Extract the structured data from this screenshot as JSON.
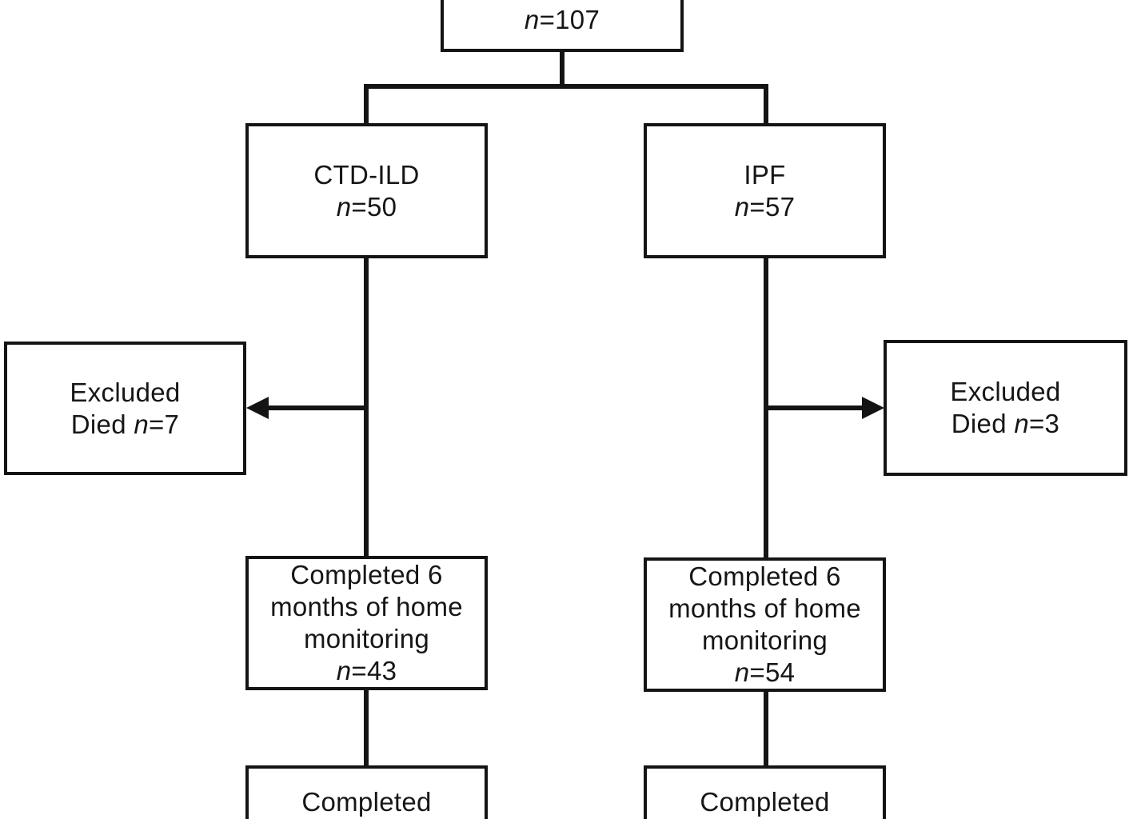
{
  "colors": {
    "ink": "#141414",
    "background": "#ffffff"
  },
  "flow": {
    "enrolled": {
      "n_var": "n",
      "n_val": "=107"
    },
    "ctd_ild": {
      "label": "CTD-ILD",
      "n_var": "n",
      "n_val": "=50"
    },
    "ipf": {
      "label": "IPF",
      "n_var": "n",
      "n_val": "=57"
    },
    "excluded_ctd": {
      "title": "Excluded",
      "reason": "Died ",
      "n_var": "n",
      "n_val": "=7"
    },
    "excluded_ipf": {
      "title": "Excluded",
      "reason": "Died ",
      "n_var": "n",
      "n_val": "=3"
    },
    "completed6_ctd": {
      "line1": "Completed 6",
      "line2": "months of home",
      "line3": "monitoring",
      "n_var": "n",
      "n_val": "=43"
    },
    "completed6_ipf": {
      "line1": "Completed 6",
      "line2": "months of home",
      "line3": "monitoring",
      "n_var": "n",
      "n_val": "=54"
    },
    "completed_ctd": {
      "line1": "Completed"
    },
    "completed_ipf": {
      "line1": "Completed"
    }
  }
}
